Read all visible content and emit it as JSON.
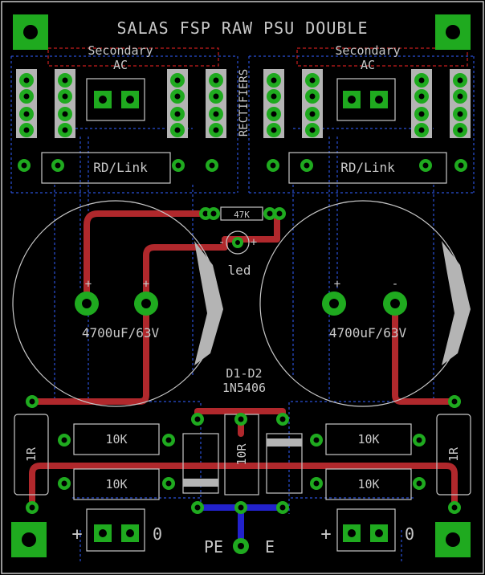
{
  "board": {
    "title": "SALAS FSP RAW PSU DOUBLE",
    "rectifiers_label": "RECTIFIERS",
    "led_label": "led",
    "resistor_47k_label": "47K",
    "diodes_label": "D1-D2",
    "diode_part_label": "1N5406",
    "ground_label_left": "PE",
    "ground_label_right": "E",
    "led_minus": "-",
    "led_plus": "+"
  },
  "left_channel": {
    "secondary_label": "Secondary",
    "ac_label": "AC",
    "rd_link_label": "RD/Link",
    "capacitor_label": "4700uF/63V",
    "cap_plus": "+",
    "cap_minus": "+",
    "resistor_top_label": "10K",
    "resistor_bottom_label": "10K",
    "side_resistor_label": "1R",
    "output_plus": "+",
    "output_zero": "0"
  },
  "right_channel": {
    "secondary_label": "Secondary",
    "ac_label": "AC",
    "rd_link_label": "RD/Link",
    "capacitor_label": "4700uF/63V",
    "cap_plus": "+",
    "cap_minus": "-",
    "resistor_top_label": "10K",
    "resistor_bottom_label": "10K",
    "side_resistor_label": "1R",
    "output_plus": "+",
    "output_zero": "0"
  },
  "center": {
    "resistor_label": "10R"
  },
  "colors": {
    "background": "#000000",
    "outline": "#c8c8c8",
    "pad": "#1faa1f",
    "top_trace": "#b0282c",
    "bottom_trace": "#2222cc",
    "airwire": "#2a4fd6",
    "silk_fill": "#e0e0e0",
    "secondary_box": "#c81e1e"
  }
}
